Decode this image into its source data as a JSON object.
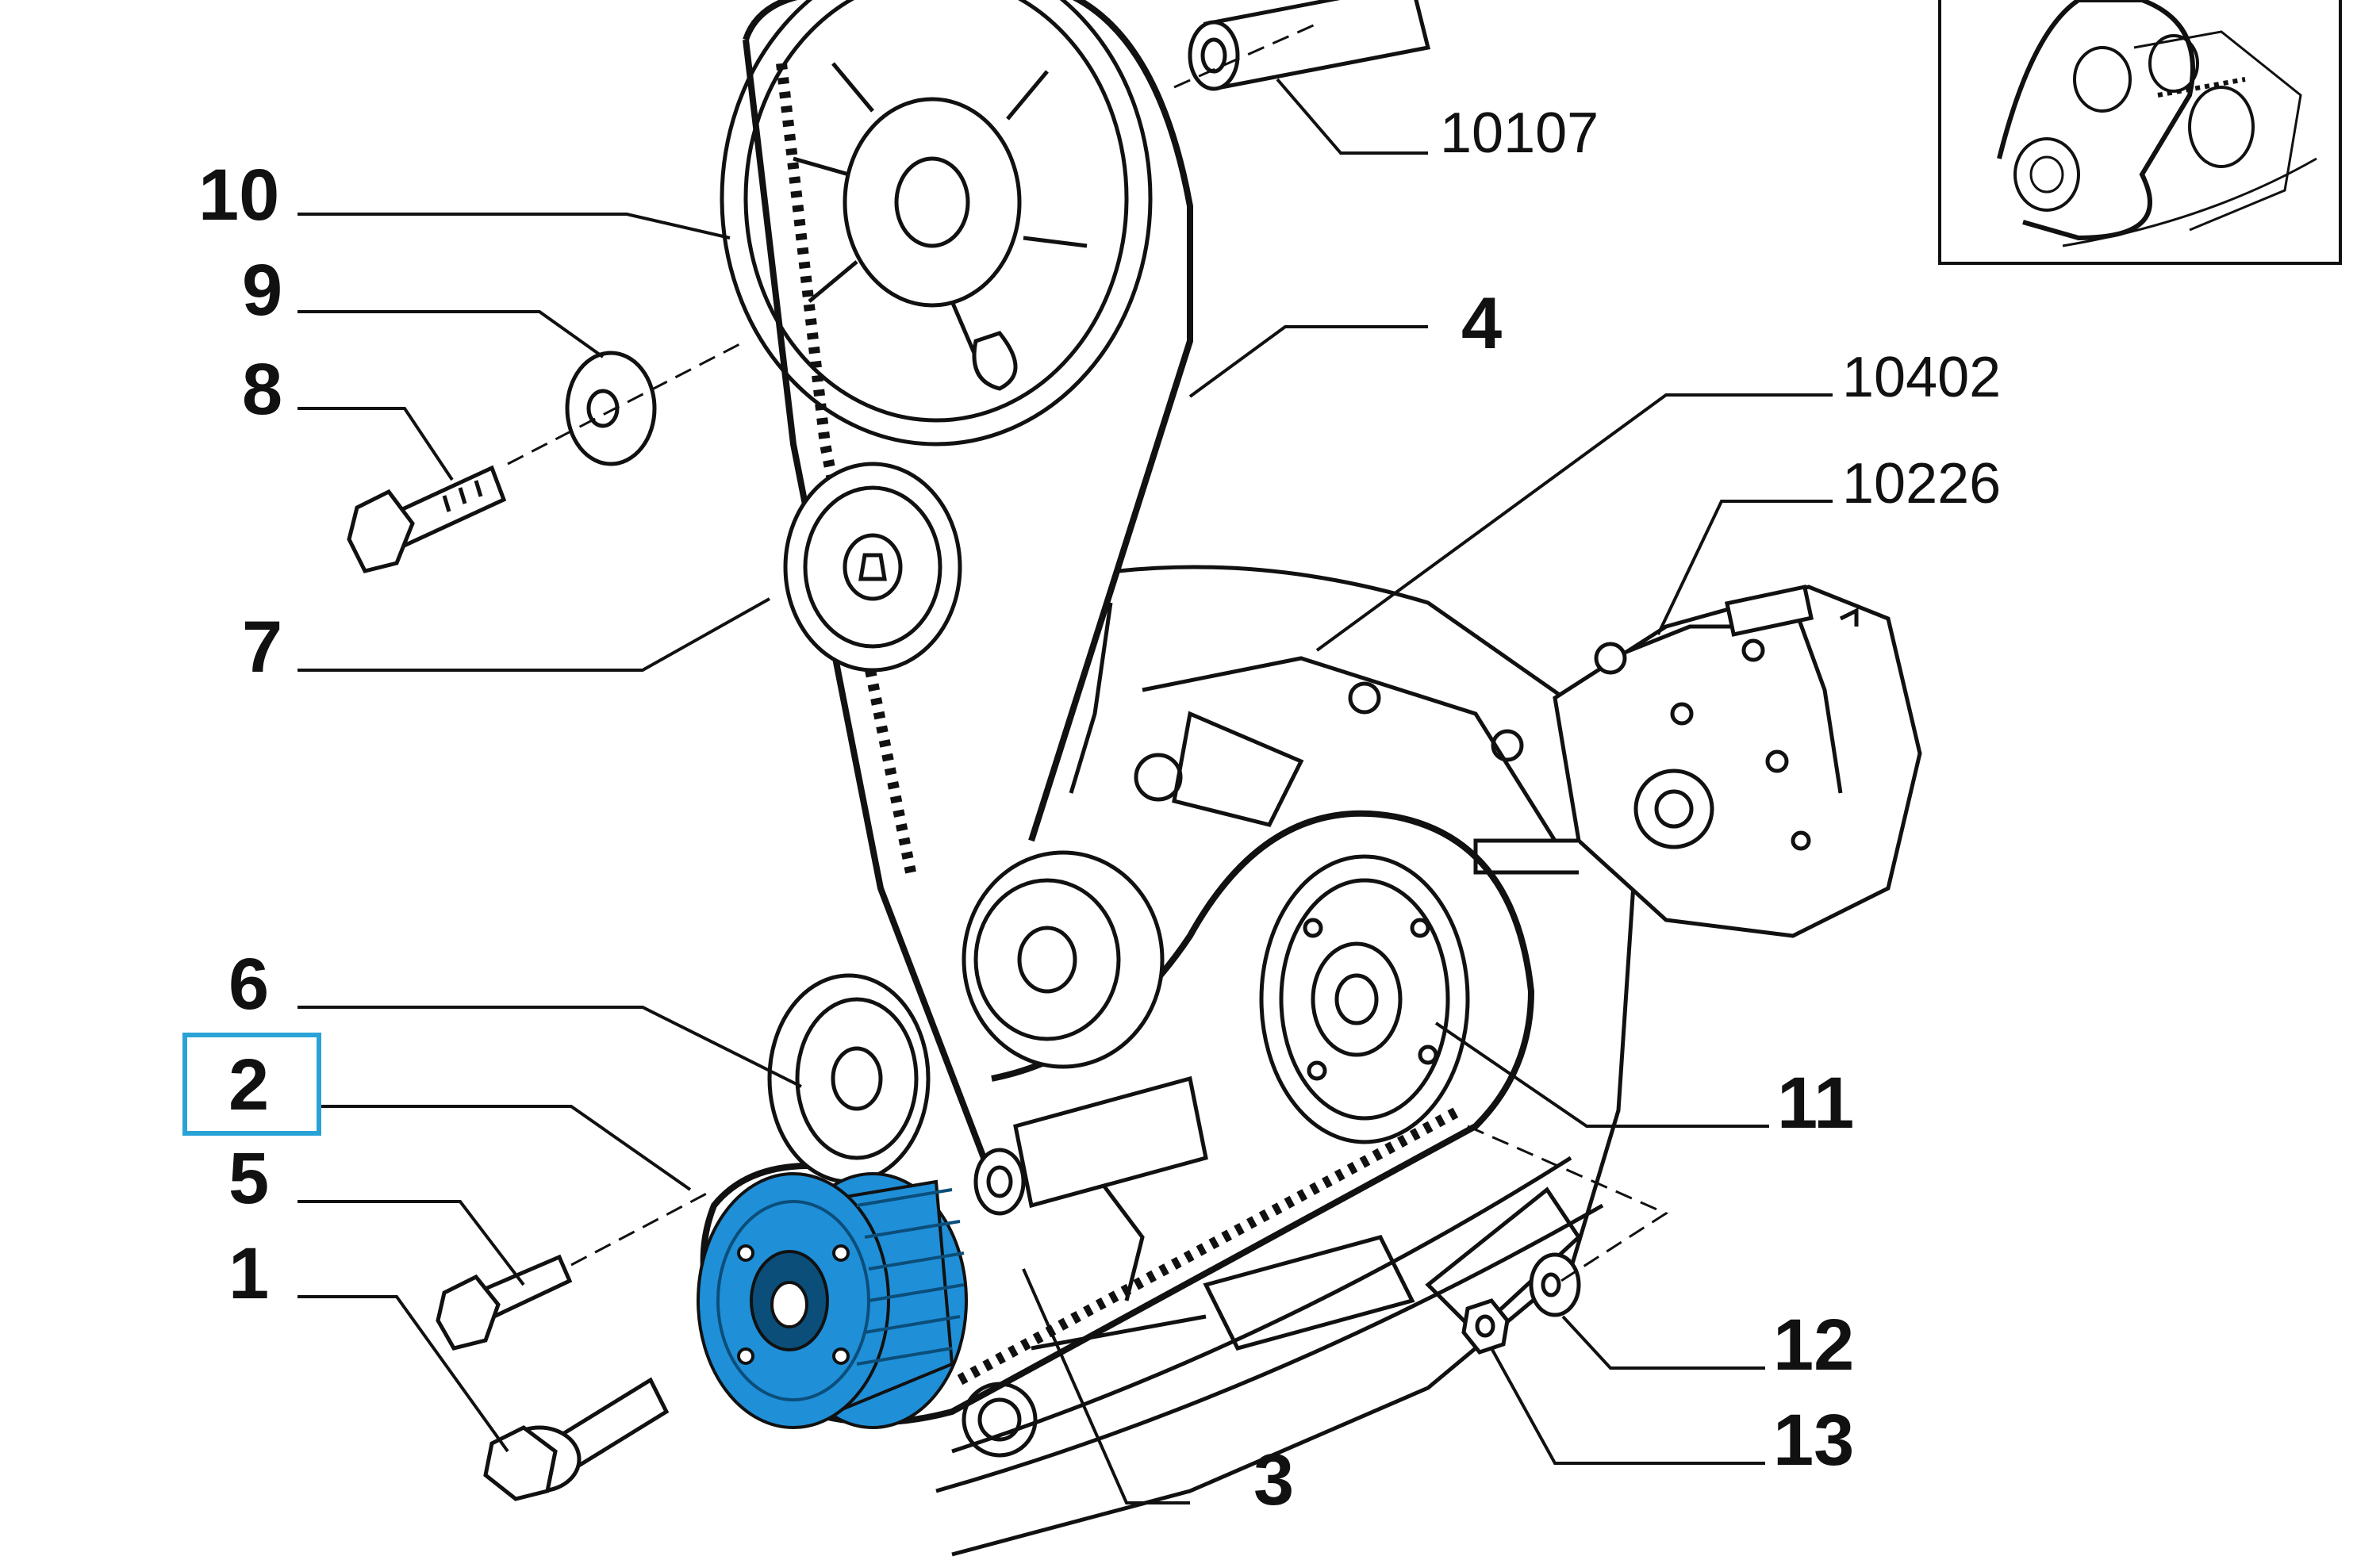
{
  "diagram": {
    "callouts": {
      "c10": "10",
      "c9": "9",
      "c8": "8",
      "c7": "7",
      "c6": "6",
      "c2": "2",
      "c5": "5",
      "c1": "1",
      "c4": "4",
      "c11": "11",
      "c12": "12",
      "c13": "13",
      "c3": "3",
      "r10107": "10107",
      "r10402": "10402",
      "r10226": "10226"
    },
    "selected_callout": "2",
    "colors": {
      "highlight_part": "#1f8fd8",
      "selection_box": "#29a3d6",
      "line": "#111111"
    }
  }
}
